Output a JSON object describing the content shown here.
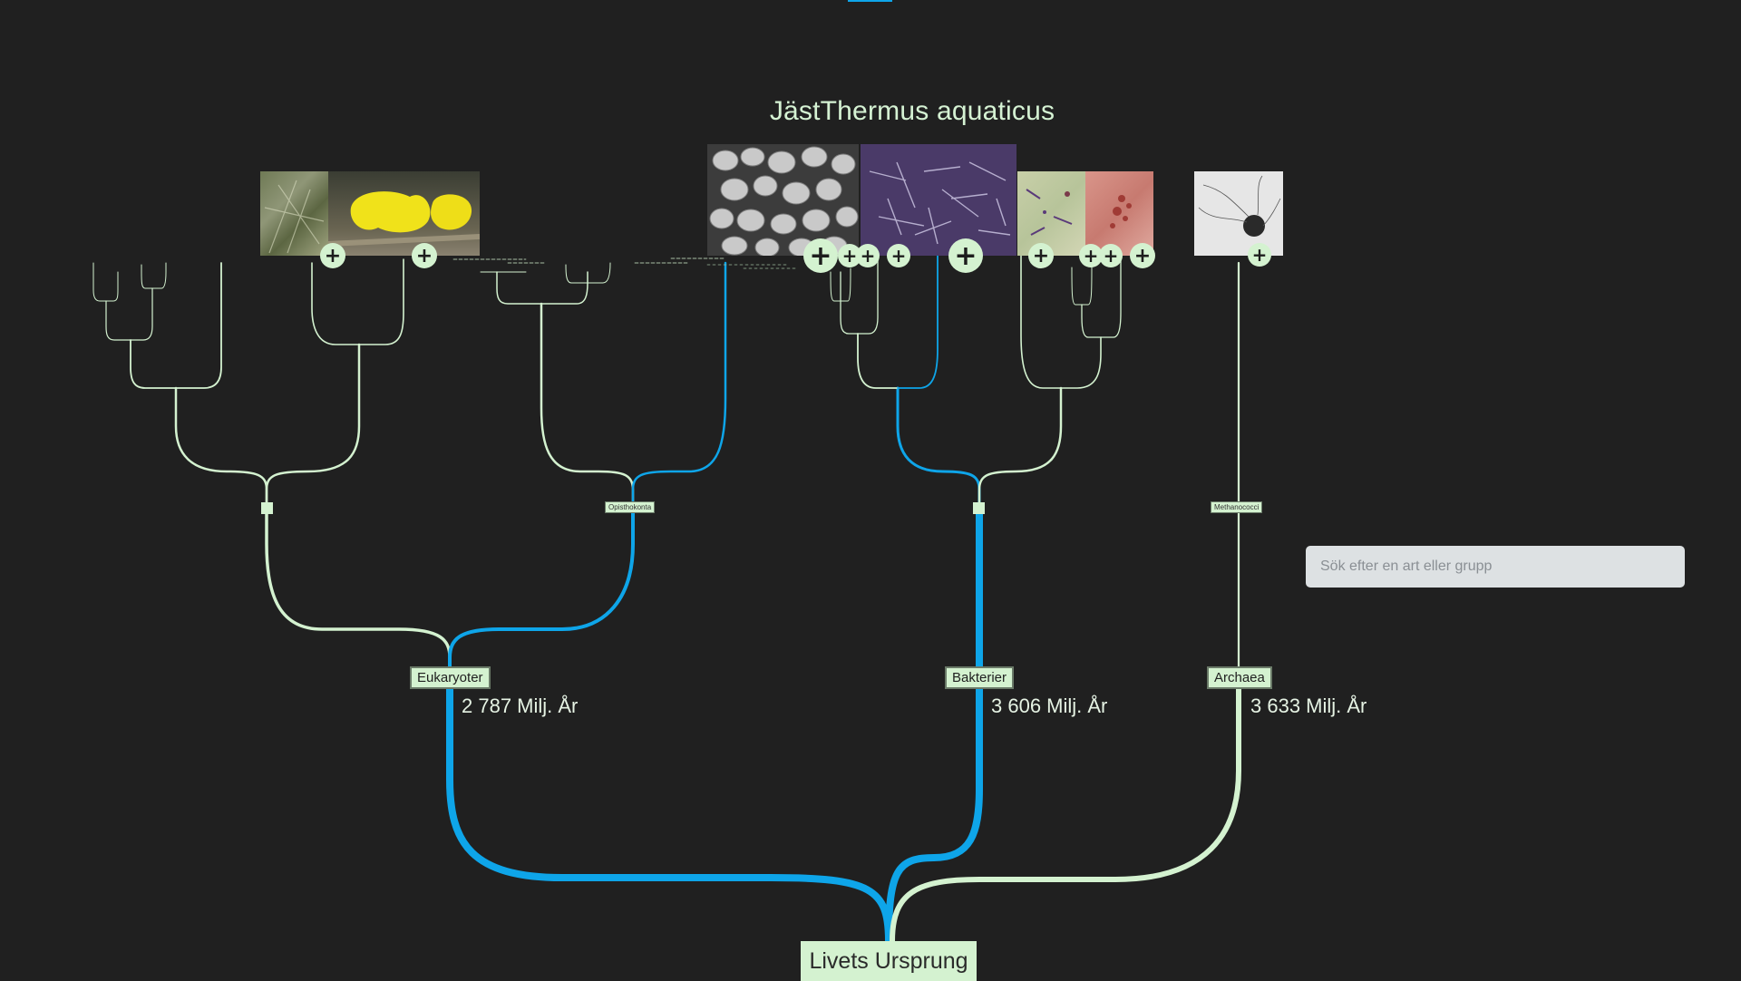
{
  "title": "JästThermus aquaticus",
  "search": {
    "placeholder": "Sök efter en art eller grupp"
  },
  "root": {
    "label": "Livets Ursprung"
  },
  "clades": {
    "eukaryoter": {
      "label": "Eukaryoter",
      "age": "2 787 Milj. År"
    },
    "bakterier": {
      "label": "Bakterier",
      "age": "3 606 Milj. År"
    },
    "archaea": {
      "label": "Archaea",
      "age": "3 633 Milj. År"
    },
    "opisthokonta": {
      "label": "Opisthokonta"
    },
    "methanococci": {
      "label": "Methanococci"
    }
  },
  "thumbnails": [
    {
      "name": "fungal-hyphae-image",
      "subject": "microscopic fungal hyphae"
    },
    {
      "name": "yellow-slime-mold-image",
      "subject": "yellow slime mold on wood"
    },
    {
      "name": "yeast-sem-image",
      "subject": "yeast cells electron micrograph"
    },
    {
      "name": "thermus-aquaticus-image",
      "subject": "rod bacteria micrograph (purple)"
    },
    {
      "name": "stained-bacteria-image",
      "subject": "stained bacteria slide"
    },
    {
      "name": "skin-infection-image",
      "subject": "skin infection"
    },
    {
      "name": "archaea-micrograph-image",
      "subject": "archaeon micrograph"
    }
  ],
  "colors": {
    "background": "#202020",
    "branch": "#d4f2d0",
    "highlight": "#0ea5e9",
    "label_bg": "#d4f2d0",
    "label_text": "#1f1f1f",
    "search_bg": "#dde1e3"
  },
  "icons": {
    "expand": "plus-icon"
  }
}
